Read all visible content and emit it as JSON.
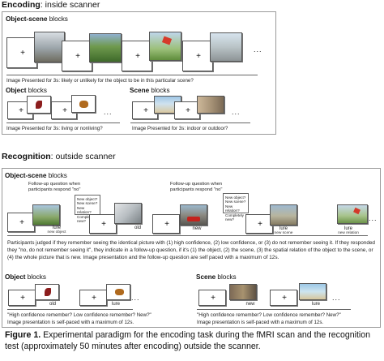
{
  "encoding": {
    "title_bold": "Encoding",
    "title_rest": ": inside scanner",
    "object_scene": {
      "title_bold": "Object-scene",
      "title_rest": " blocks",
      "caption": "Image Presented for 3s: likely or unlikely for the object to be in this particular scene?"
    },
    "object": {
      "title_bold": "Object",
      "title_rest": " blocks",
      "caption": "Image Presented for 3s: living or nonliving?"
    },
    "scene": {
      "title_bold": "Scene",
      "title_rest": " blocks",
      "caption": "Image Presented for 3s: indoor or outdoor?"
    },
    "fixation": "+",
    "ellipsis": "..."
  },
  "recognition": {
    "title_bold": "Recognition",
    "title_rest": ": outside scanner",
    "object_scene": {
      "title_bold": "Object-scene",
      "title_rest": " blocks",
      "followup_note": "Follow-up question when participants respond \"no\"",
      "bubble_lines": [
        "New object?",
        "New scene?",
        "New relation?",
        "Completely new?"
      ],
      "labels": [
        {
          "main": "lure",
          "sub": "new object"
        },
        {
          "main": "old",
          "sub": ""
        },
        {
          "main": "new",
          "sub": ""
        },
        {
          "main": "lure",
          "sub": "new scene"
        },
        {
          "main": "lure",
          "sub": "new relation"
        }
      ],
      "description": "Participants judged if they remember seeing the identical picture with (1) high confidence, (2) low confidence, or (3) do not remember seeing it. If they responded they \"no, do not remember seeing it\", they indicate in a follow-up question, if it's (1) the object, (2) the scene, (3) the spatial relation of the object to the scene, or (4) the whole picture that is new.  Image presentation and the follow-up question are self paced with a maximum of 12s."
    },
    "object": {
      "title_bold": "Object",
      "title_rest": " blocks",
      "labels": [
        "old",
        "lure"
      ],
      "caption_line1": "\"High confidence remember? Low confidence remember? New?\"",
      "caption_line2": "Image presentation is self-paced with a maximum of 12s."
    },
    "scene": {
      "title_bold": "Scene",
      "title_rest": " blocks",
      "labels": [
        "new",
        "lure"
      ],
      "caption_line1": "\"High confidence remember? Low confidence remember? New?\"",
      "caption_line2": "Image presentation is self-paced with a maximum of 12s."
    }
  },
  "figure_caption": {
    "label": "Figure 1.",
    "text": " Experimental paradigm for the encoding task during the fMRI scan and the recognition test (approximately 50 minutes after encoding) outside the scanner."
  }
}
